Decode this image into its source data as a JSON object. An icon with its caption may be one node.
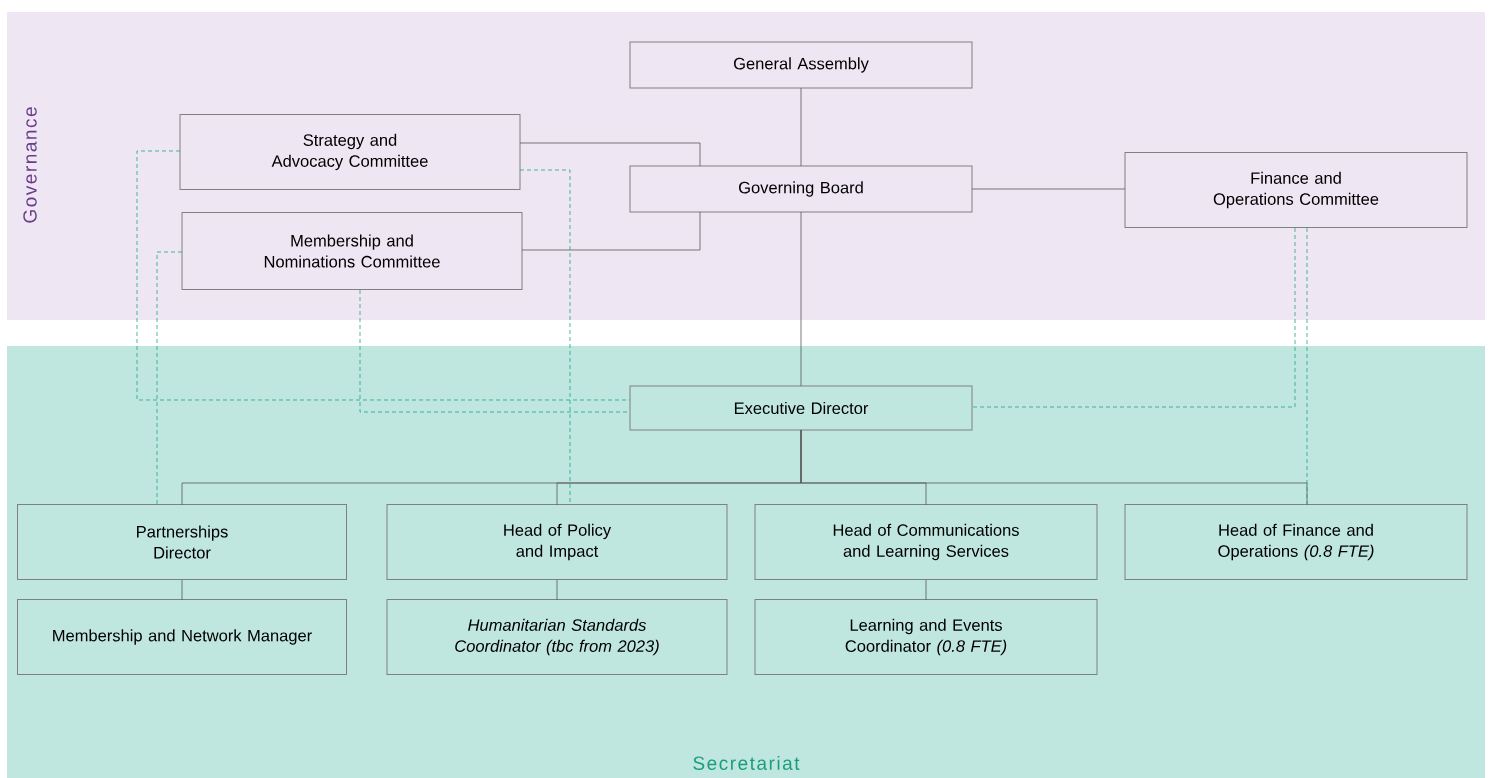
{
  "diagram": {
    "nodes": [
      {
        "text": [
          "Governance"
        ]
      },
      {
        "text": [
          "General Assembly"
        ],
        "in": 0
      },
      {
        "text": [
          "Strategy and Advocacy Committee"
        ],
        "in": 0
      },
      {
        "text": [
          "Governing Board"
        ],
        "in": 0
      },
      {
        "text": [
          "Finance and Operations Committee"
        ],
        "in": 0
      },
      {
        "text": [
          "Membership and Nominations Committee"
        ],
        "in": 0
      },
      {
        "text": [
          "Secretariat"
        ]
      },
      {
        "text": [
          "Executive Director"
        ],
        "in": 6
      },
      {
        "text": [
          "Partnerships Director"
        ],
        "in": 6
      },
      {
        "text": [
          "Head of Policy and Impact"
        ],
        "in": 6
      },
      {
        "text": [
          "Head of Communications and Learning Services"
        ],
        "in": 6
      },
      {
        "text": [
          "Head of Finance and Operations *(0.8 FTE)*"
        ],
        "in": 6
      },
      {
        "text": [
          "Membership and Network Manager"
        ],
        "in": 6
      },
      {
        "text": [
          "*Humanitarian Standards Coordinator (tbc from 2023)*"
        ],
        "in": 6
      },
      {
        "text": [
          "Learning and Events Coordinator *(0.8 FTE)*"
        ],
        "in": 6
      }
    ],
    "edges": [
      {
        "from": 1,
        "to": 3,
        "arrow": "none"
      },
      {
        "from": 2,
        "to": 3,
        "arrow": "none"
      },
      {
        "from": 5,
        "to": 3,
        "arrow": "none"
      },
      {
        "from": 3,
        "to": 4,
        "arrow": "none"
      },
      {
        "from": 3,
        "to": 7,
        "arrow": "none"
      },
      {
        "from": 7,
        "to": 8,
        "arrow": "none"
      },
      {
        "from": 7,
        "to": 9,
        "arrow": "none"
      },
      {
        "from": 7,
        "to": 10,
        "arrow": "none"
      },
      {
        "from": 7,
        "to": 11,
        "arrow": "none"
      },
      {
        "from": 8,
        "to": 12,
        "arrow": "none"
      },
      {
        "from": 9,
        "to": 13,
        "arrow": "none"
      },
      {
        "from": 10,
        "to": 14,
        "arrow": "none"
      },
      {
        "from": 2,
        "to": 7,
        "arrow": "none",
        "style": "dashed",
        "color": "#1fa584"
      },
      {
        "from": 5,
        "to": 7,
        "arrow": "none",
        "style": "dashed",
        "color": "#1fa584"
      },
      {
        "from": 2,
        "to": 9,
        "arrow": "none",
        "style": "dashed",
        "color": "#1fa584"
      },
      {
        "from": 5,
        "to": 8,
        "arrow": "none",
        "style": "dashed",
        "color": "#1fa584"
      },
      {
        "from": 4,
        "to": 7,
        "arrow": "none",
        "style": "dashed",
        "color": "#1fa584"
      },
      {
        "from": 4,
        "to": 11,
        "arrow": "none",
        "style": "dashed",
        "color": "#1fa584"
      }
    ]
  }
}
